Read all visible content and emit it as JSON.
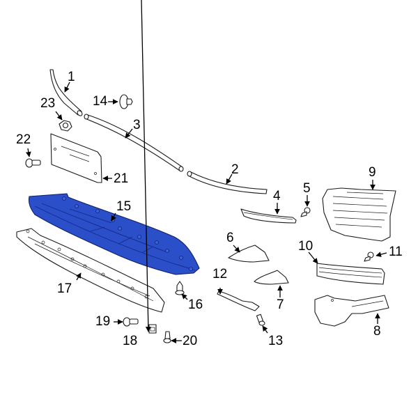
{
  "diagram": {
    "type": "exploded-parts-diagram",
    "highlight_color": "#2a4fc8",
    "highlighted_part": "15",
    "callouts": [
      {
        "id": "c1",
        "label": "1"
      },
      {
        "id": "c2",
        "label": "2"
      },
      {
        "id": "c3",
        "label": "3"
      },
      {
        "id": "c4",
        "label": "4"
      },
      {
        "id": "c5",
        "label": "5"
      },
      {
        "id": "c6",
        "label": "6"
      },
      {
        "id": "c7",
        "label": "7"
      },
      {
        "id": "c8",
        "label": "8"
      },
      {
        "id": "c9",
        "label": "9"
      },
      {
        "id": "c10",
        "label": "10"
      },
      {
        "id": "c11",
        "label": "11"
      },
      {
        "id": "c12",
        "label": "12"
      },
      {
        "id": "c13",
        "label": "13"
      },
      {
        "id": "c14",
        "label": "14"
      },
      {
        "id": "c15",
        "label": "15"
      },
      {
        "id": "c16",
        "label": "16"
      },
      {
        "id": "c17",
        "label": "17"
      },
      {
        "id": "c18",
        "label": "18"
      },
      {
        "id": "c19",
        "label": "19"
      },
      {
        "id": "c20",
        "label": "20"
      },
      {
        "id": "c21",
        "label": "21"
      },
      {
        "id": "c22",
        "label": "22"
      },
      {
        "id": "c23",
        "label": "23"
      }
    ]
  }
}
